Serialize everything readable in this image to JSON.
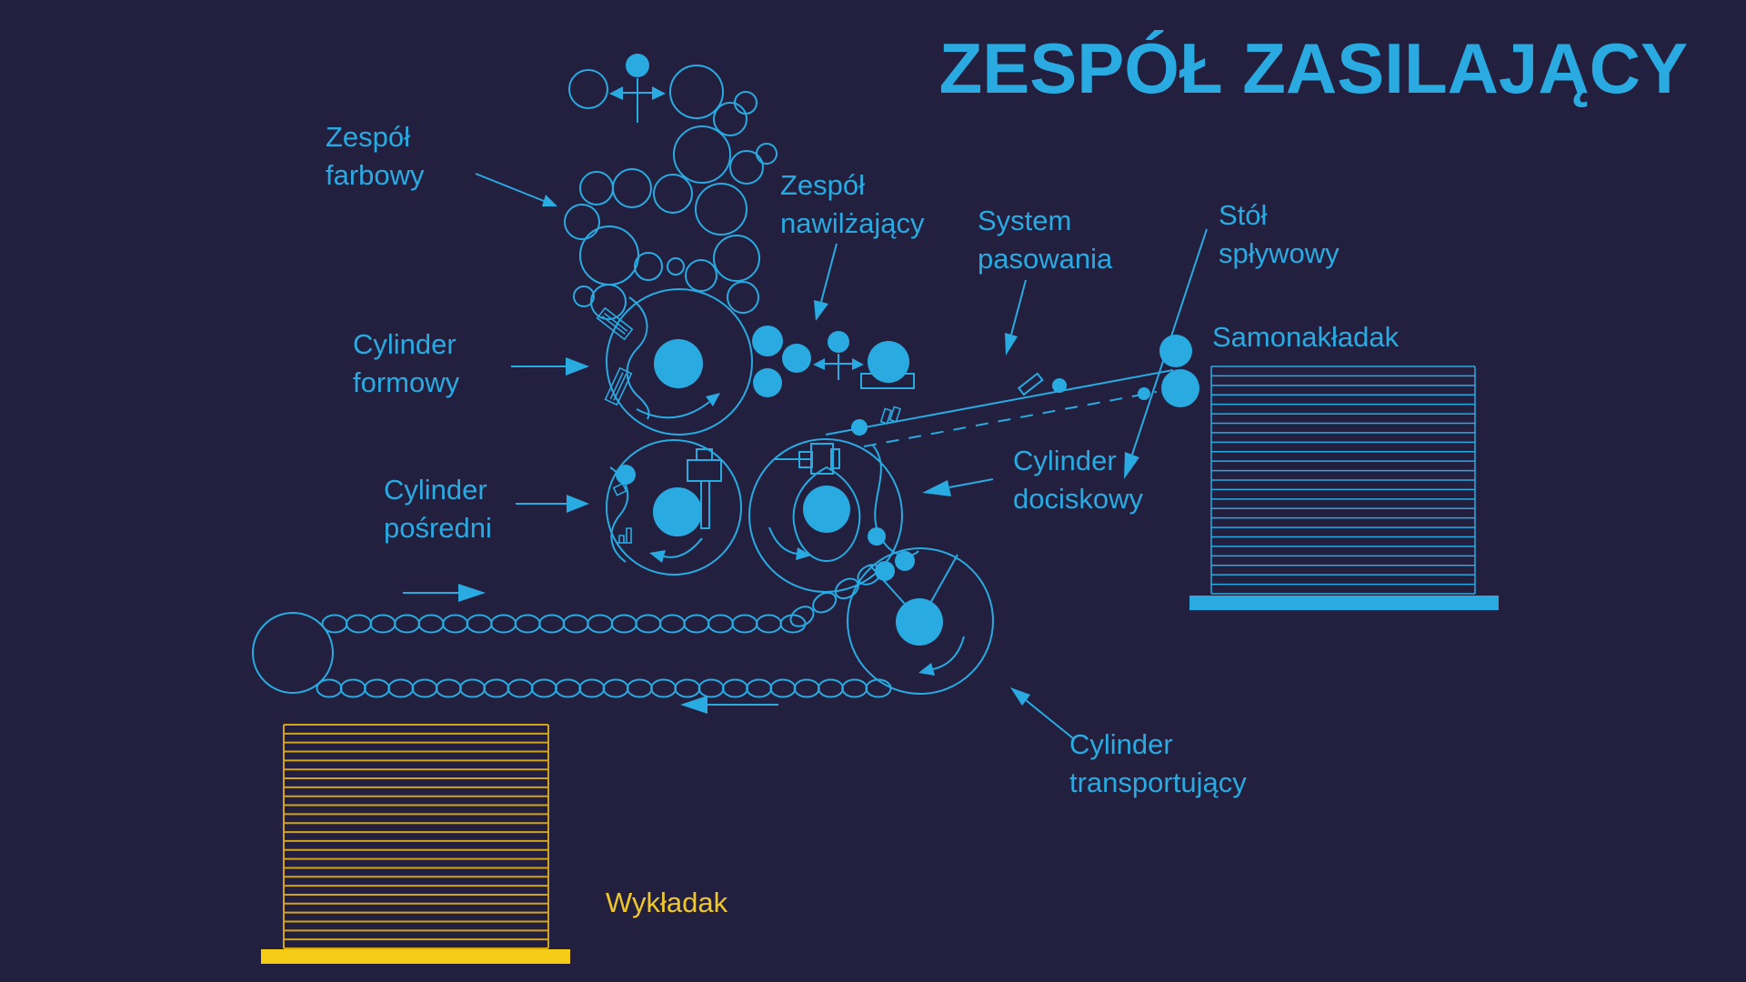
{
  "title": "ZESPÓŁ ZASILAJĄCY",
  "colors": {
    "background": "#221F3F",
    "primary_blue": "#29ABE2",
    "yellow_label": "#EFC72B",
    "yellow_line": "#D2A41E",
    "yellow_base": "#F4CC15"
  },
  "labels": {
    "inking_unit": "Zespół farbowy",
    "dampening_unit": "Zespół nawilżający",
    "registration_system": "System pasowania",
    "feed_table": "Stół spływowy",
    "feeder": "Samonakładak",
    "plate_cylinder": "Cylinder formowy",
    "intermediate_cylinder": "Cylinder pośredni",
    "impression_cylinder": "Cylinder dociskowy",
    "transport_cylinder": "Cylinder transportujący",
    "delivery": "Wykładak"
  }
}
